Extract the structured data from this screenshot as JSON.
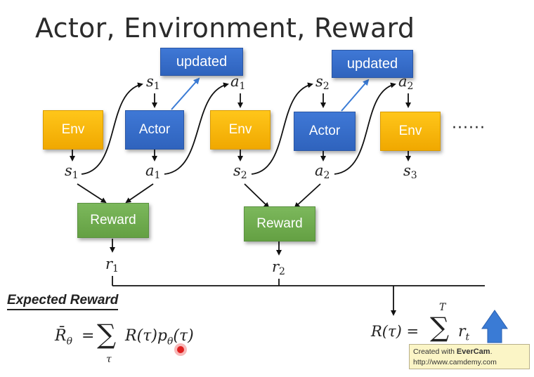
{
  "title": "Actor, Environment, Reward",
  "boxes": {
    "env": "Env",
    "actor": "Actor",
    "reward": "Reward",
    "updated": "updated"
  },
  "vars": {
    "s": "s",
    "a": "a",
    "r": "r",
    "sub1": "1",
    "sub2": "2",
    "sub3": "3"
  },
  "continuation": "······",
  "expected_reward": {
    "label": "Expected Reward",
    "lhs": "R̄",
    "lhs_sub": "θ",
    "equals": "=",
    "sum": "∑",
    "sum_index": "τ",
    "body": "R(τ)p",
    "body_sub": "θ",
    "body_end": "(τ)"
  },
  "total_reward": {
    "lhs": "R(τ) =",
    "sum": "∑",
    "sum_top": "T",
    "body": "r",
    "body_sub": "t"
  },
  "watermark": {
    "line1_prefix": "Created with",
    "line1_brand": "EverCam",
    "line1_suffix": ".",
    "line2": "http://www.camdemy.com"
  },
  "colors": {
    "env": "#f0a800",
    "actor": "#2f63bd",
    "reward": "#64a043",
    "arrow_blue": "#3a7bd5",
    "cursor": "#e02020"
  }
}
